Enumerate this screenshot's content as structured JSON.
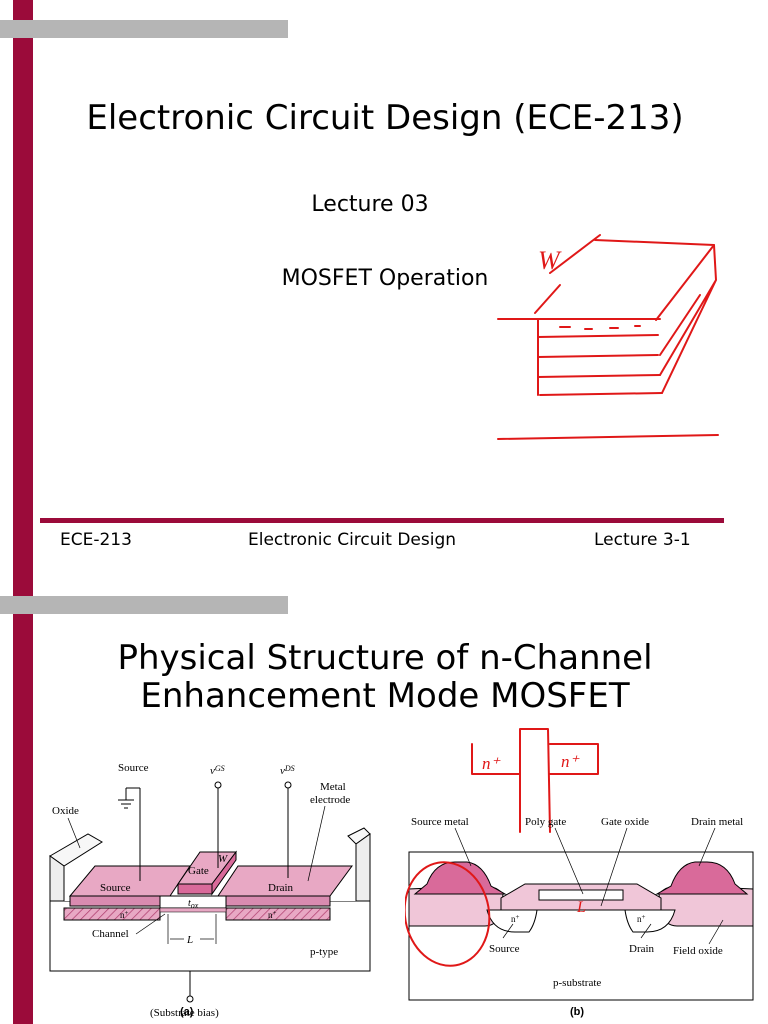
{
  "slide1": {
    "title": "Electronic Circuit Design (ECE-213)",
    "lecture": "Lecture 03",
    "topic": "MOSFET Operation",
    "annotation_w": "W",
    "footer": {
      "left": "ECE-213",
      "center": "Electronic Circuit Design",
      "right": "Lecture 3-1"
    }
  },
  "slide2": {
    "title_line1": "Physical Structure of n-Channel",
    "title_line2": "Enhancement Mode MOSFET",
    "figure_a": {
      "source": "Source",
      "vgs": "v",
      "vgs_sub": "GS",
      "vds": "v",
      "vds_sub": "DS",
      "metal_electrode_1": "Metal",
      "metal_electrode_2": "electrode",
      "oxide": "Oxide",
      "gate": "Gate",
      "w": "W",
      "source_region": "Source",
      "drain_region": "Drain",
      "tox": "t",
      "tox_sub": "ox",
      "n_plus": "n",
      "plus": "+",
      "channel": "Channel",
      "l": "L",
      "p_type": "p-type",
      "substrate_bias": "(Substrate bias)",
      "caption": "(a)"
    },
    "figure_b": {
      "source_metal": "Source metal",
      "poly_gate": "Poly gate",
      "gate_oxide": "Gate oxide",
      "drain_metal": "Drain metal",
      "n_plus": "n",
      "plus": "+",
      "source": "Source",
      "drain": "Drain",
      "field_oxide": "Field oxide",
      "p_substrate": "p-substrate",
      "caption": "(b)"
    },
    "annotation_n1": "n⁺",
    "annotation_n2": "n⁺",
    "annotation_l": "L"
  },
  "colors": {
    "accent": "#9b0b3a",
    "bar": "#b5b5b5",
    "pink": "#e8a8c4",
    "pink_dark": "#d96a9a",
    "ink": "#e01818"
  }
}
